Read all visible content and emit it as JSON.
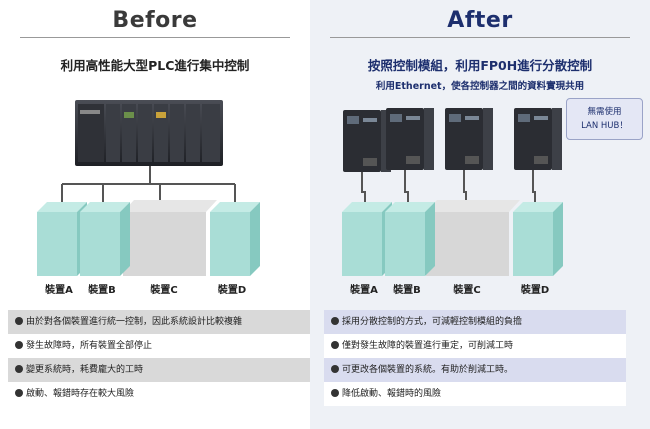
{
  "before": {
    "heading": "Before",
    "subtitle": "利用高性能大型PLC進行集中控制",
    "devices": [
      "裝置A",
      "裝置B",
      "裝置C",
      "裝置D"
    ],
    "points": [
      "由於對各個裝置進行統一控制，因此系統設計比較複雜",
      "發生故障時，所有裝置全部停止",
      "變更系統時，耗費龐大的工時",
      "啟動、報錯時存在較大風險"
    ]
  },
  "after": {
    "heading": "After",
    "subtitle": "按照控制模組，利用FP0H進行分散控制",
    "note": "利用Ethernet，使各控制器之間的資料實現共用",
    "callout_line1": "無需使用",
    "callout_line2": "LAN HUB！",
    "devices": [
      "裝置A",
      "裝置B",
      "裝置C",
      "裝置D"
    ],
    "points": [
      "採用分散控制的方式，可減輕控制模組的負擔",
      "僅對發生故障的裝置進行重定，可削減工時",
      "可更改各個裝置的系統。有助於削減工時。",
      "降低啟動、報錯時的風險"
    ]
  },
  "colors": {
    "teal_box": "#a9ddd6",
    "gray_box": "#d7d7d7",
    "controller": "#2b2d33",
    "ethernet": "#2a4d9c",
    "after_heading": "#1d2f6e"
  },
  "icons": [
    "plc-rack-icon",
    "fp0h-controller-icon",
    "ethernet-line-icon"
  ]
}
